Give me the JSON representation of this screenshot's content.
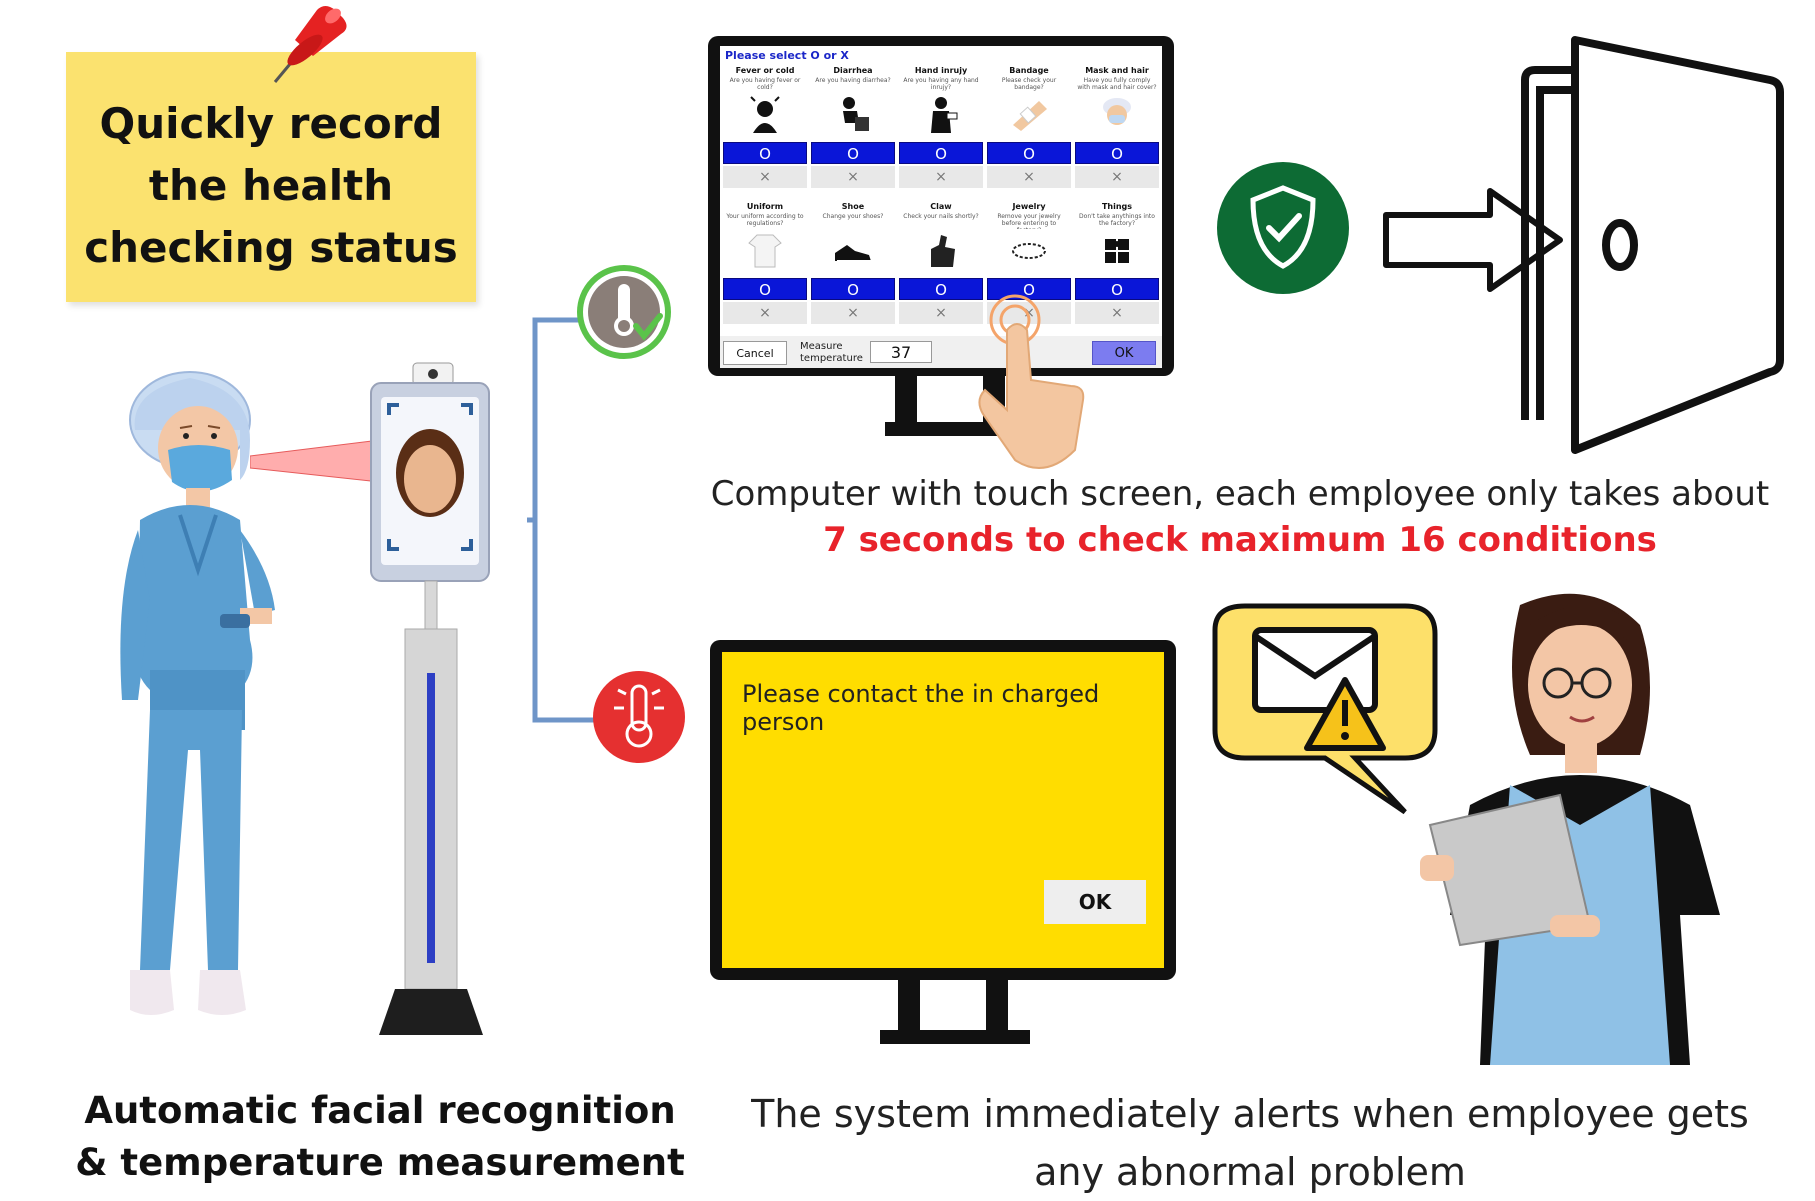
{
  "note": {
    "text": "Quickly record\nthe health\nchecking status",
    "color": "#fbe26f"
  },
  "checkin_screen": {
    "title": "Please select O or X",
    "conditions": [
      {
        "title": "Fever or cold",
        "question": "Are you having fever or cold?",
        "icon": "fever-person-icon"
      },
      {
        "title": "Diarrhea",
        "question": "Are you having diarrhea?",
        "icon": "toilet-person-icon"
      },
      {
        "title": "Hand inrujy",
        "question": "Are you having any hand inrujy?",
        "icon": "injured-hand-icon"
      },
      {
        "title": "Bandage",
        "question": "Please check your bandage?",
        "icon": "bandage-icon"
      },
      {
        "title": "Mask and hair",
        "question": "Have you fully comply with mask and hair cover?",
        "icon": "mask-hair-icon"
      },
      {
        "title": "Uniform",
        "question": "Your uniform according to regulations?",
        "icon": "uniform-icon"
      },
      {
        "title": "Shoe",
        "question": "Change your shoes?",
        "icon": "shoe-icon"
      },
      {
        "title": "Claw",
        "question": "Check your nails shortly?",
        "icon": "thumb-icon"
      },
      {
        "title": "Jewelry",
        "question": "Remove your jewelry before entering to factory?",
        "icon": "bracelet-icon"
      },
      {
        "title": "Things",
        "question": "Don't take anythings into the factory?",
        "icon": "puzzle-icon"
      }
    ],
    "o_label": "O",
    "x_label": "×",
    "cancel_label": "Cancel",
    "measure_label": "Measure temperature",
    "temperature_value": "37",
    "ok_label": "OK",
    "o_button_color": "#0a16d8"
  },
  "caption_touch": {
    "line1": "Computer with touch screen, each employee only takes about",
    "line2": "7 seconds to check maximum 16 conditions",
    "highlight_color": "#e8232b"
  },
  "caption_face": "Automatic facial recognition & temperature measurement",
  "alert_screen": {
    "message": "Please contact the in charged person",
    "ok_label": "OK",
    "screen_color": "#ffdd00"
  },
  "caption_alert": "The system immediately alerts when employee gets any abnormal problem",
  "colors": {
    "shield_green": "#0d6b34",
    "check_green": "#5ac34a",
    "alert_red": "#e53030",
    "connector_blue": "#6f95c8",
    "speech_yellow": "#fde06a"
  }
}
